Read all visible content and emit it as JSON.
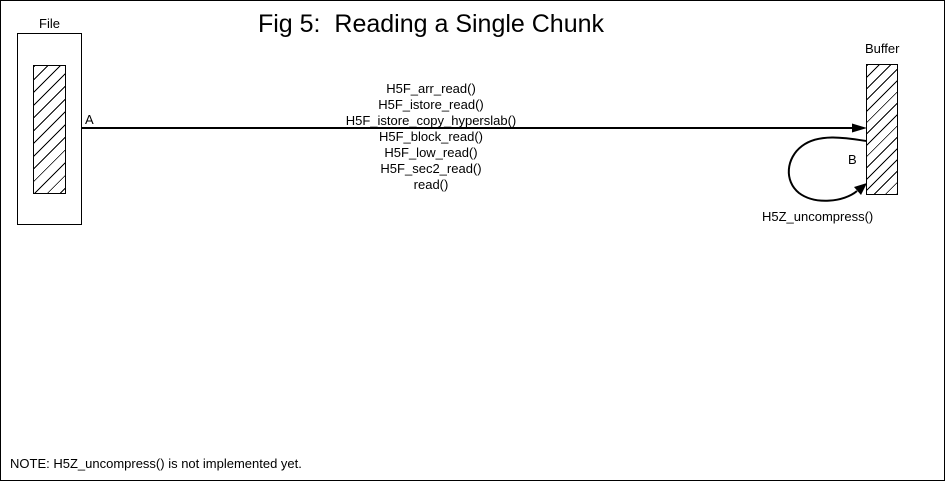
{
  "title": "Fig 5:  Reading a Single Chunk",
  "file": {
    "label": "File"
  },
  "buffer": {
    "label": "Buffer"
  },
  "arrow_a": {
    "label": "A",
    "calls": [
      "H5F_arr_read()",
      "H5F_istore_read()",
      "H5F_istore_copy_hyperslab()",
      "H5F_block_read()",
      "H5F_low_read()",
      "H5F_sec2_read()",
      "read()"
    ]
  },
  "arrow_b": {
    "label": "B",
    "function_label": "H5Z_uncompress()"
  },
  "note": "NOTE: H5Z_uncompress() is not implemented yet.",
  "colors": {
    "ink": "#000000",
    "background": "#ffffff"
  }
}
